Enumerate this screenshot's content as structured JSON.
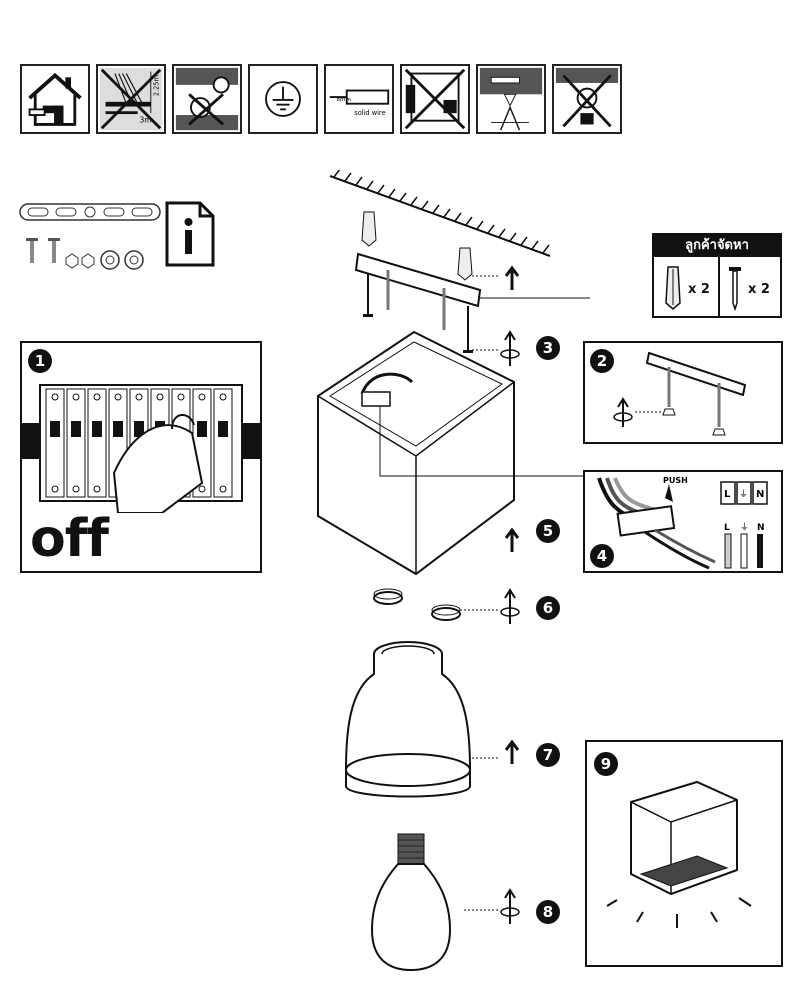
{
  "warnings": {
    "wire_length": "8mm",
    "wire_type": "solid wire",
    "min_height": "2.25m",
    "distance": "3m"
  },
  "customer_supplied": {
    "title": "ลูกค้าจัดหา",
    "anchor_qty": "x 2",
    "screw_qty": "x 2"
  },
  "steps": [
    "1",
    "2",
    "3",
    "4",
    "5",
    "6",
    "7",
    "8",
    "9"
  ],
  "step1": {
    "off_label": "off"
  },
  "step4": {
    "push_label": "PUSH",
    "terminal_labels": [
      "L",
      "⏚",
      "N"
    ],
    "wire_labels": [
      "L",
      "⏚",
      "N"
    ]
  }
}
